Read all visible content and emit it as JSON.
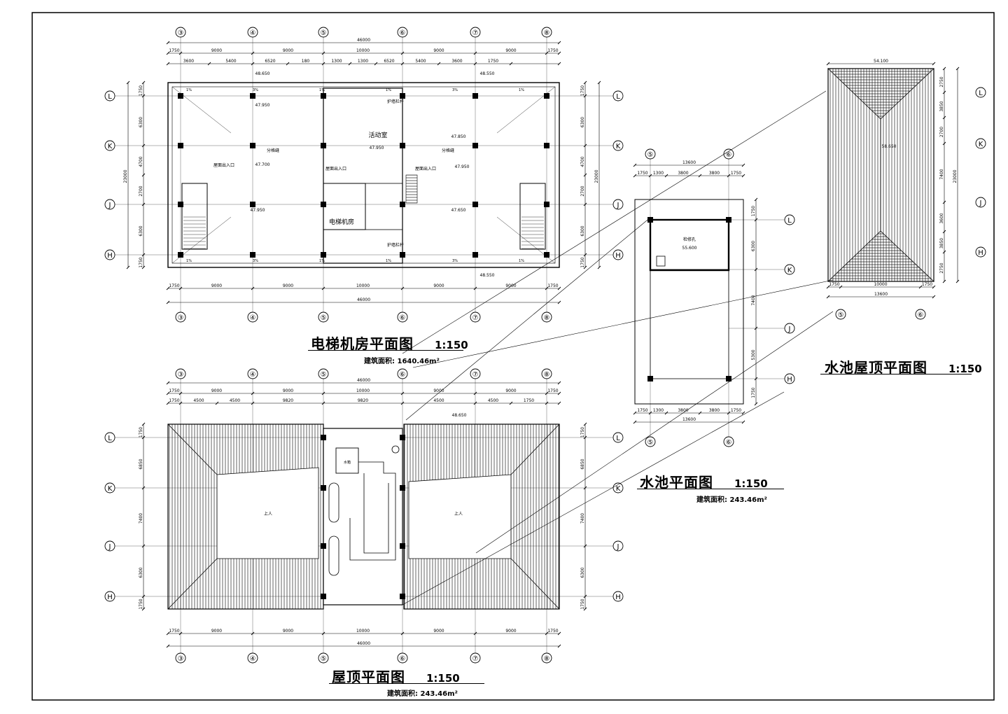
{
  "drawings": {
    "elevator_room": {
      "name": "电梯机房平面图",
      "scale": "1:150",
      "area": "建筑面积: 1640.46m²",
      "room_labels": [
        "活动室",
        "电梯机房",
        "屋面出入口",
        "护墙栏杆",
        "分格缝"
      ],
      "levels": [
        "48.650",
        "47.950",
        "47.700",
        "47.950",
        "47.850",
        "47.650",
        "48.550"
      ],
      "total_width": "46000",
      "top_dims": [
        "9000",
        "9000",
        "10000",
        "9000",
        "9000"
      ],
      "side_dims": [
        "1750",
        "6300",
        "4700",
        "2700",
        "6300",
        "1750"
      ],
      "total_depth": "23000"
    },
    "roof": {
      "name": "屋顶平面图",
      "scale": "1:150",
      "area": "建筑面积: 243.46m²",
      "total_width": "46000",
      "top_dims": [
        "9000",
        "9000",
        "10000",
        "9000",
        "9000"
      ],
      "sub_dims": [
        "4500",
        "4500",
        "9820",
        "9820",
        "4500",
        "4500"
      ],
      "side_dims": [
        "1750",
        "6850",
        "7400",
        "6300",
        "1750"
      ],
      "labels": [
        "上人",
        "上人",
        "水箱",
        "48.650"
      ]
    },
    "pool": {
      "name": "水池平面图",
      "scale": "1:150",
      "area": "建筑面积: 243.46m²",
      "total_width": "13600",
      "room_label": "检修孔",
      "level": "55.600",
      "side_dims": [
        "1750",
        "6300",
        "7400",
        "5300",
        "1750"
      ]
    },
    "pool_roof": {
      "name": "水池屋顶平面图",
      "scale": "1:150",
      "level_top": "54.100",
      "level_mid": "58.650",
      "total_width": "13600",
      "side_dims": [
        "2750",
        "3850",
        "2700",
        "7400",
        "3600",
        "3850",
        "2750"
      ],
      "total_depth": "23000"
    }
  },
  "grid_axes": {
    "columns": [
      "③",
      "④",
      "⑤",
      "⑥",
      "⑦",
      "⑧"
    ],
    "rows": [
      "L",
      "K",
      "J",
      "H"
    ],
    "pool_columns": [
      "⑤",
      "⑥"
    ]
  }
}
